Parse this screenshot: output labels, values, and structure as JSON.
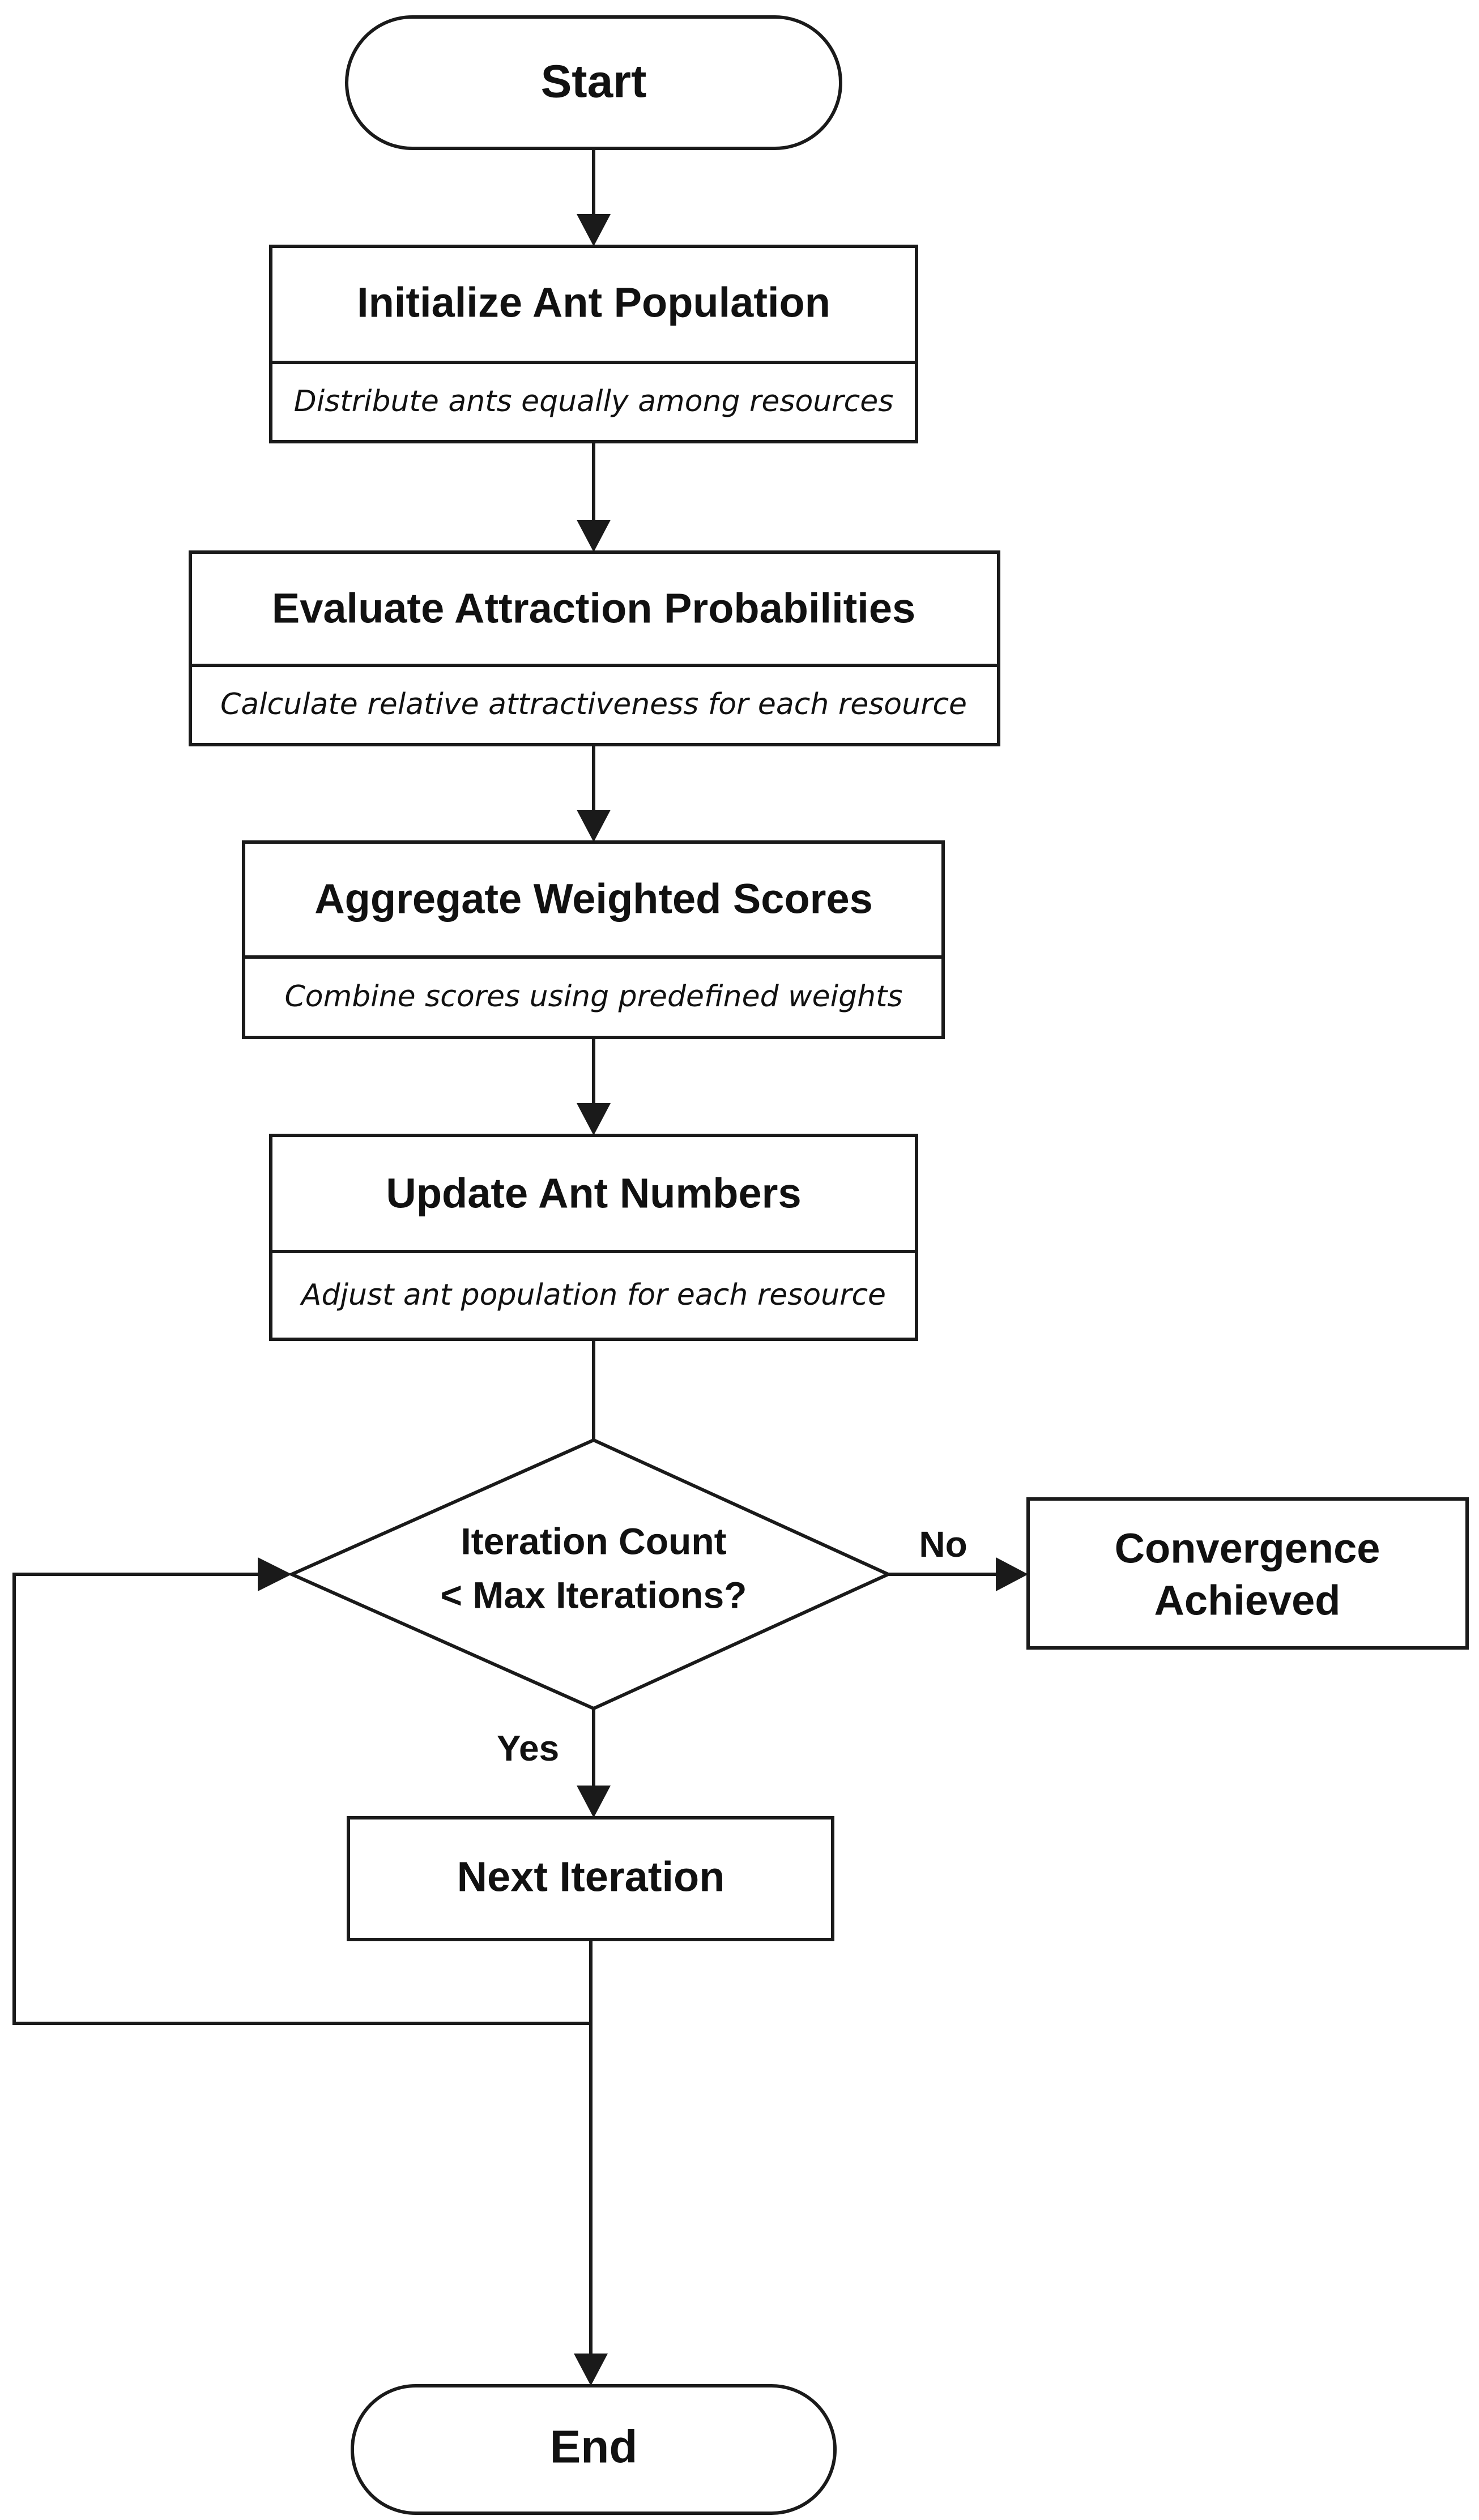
{
  "nodes": {
    "start": {
      "label": "Start"
    },
    "init": {
      "title": "Initialize Ant Population",
      "subtitle": "Distribute ants equally among resources"
    },
    "evaluate": {
      "title": "Evaluate Attraction Probabilities",
      "subtitle": "Calculate relative attractiveness for each resource"
    },
    "aggregate": {
      "title": "Aggregate Weighted Scores",
      "subtitle": "Combine scores using predefined weights"
    },
    "update": {
      "title": "Update Ant Numbers",
      "subtitle": "Adjust ant population for each resource"
    },
    "decision": {
      "line1": "Iteration Count",
      "line2": "< Max Iterations?"
    },
    "convergence": {
      "line1": "Convergence",
      "line2": "Achieved"
    },
    "next": {
      "label": "Next Iteration"
    },
    "end": {
      "label": "End"
    }
  },
  "edge_labels": {
    "no": "No",
    "yes": "Yes"
  },
  "colors": {
    "stroke": "#1a1a1a",
    "fill": "#ffffff",
    "text": "#111111"
  }
}
